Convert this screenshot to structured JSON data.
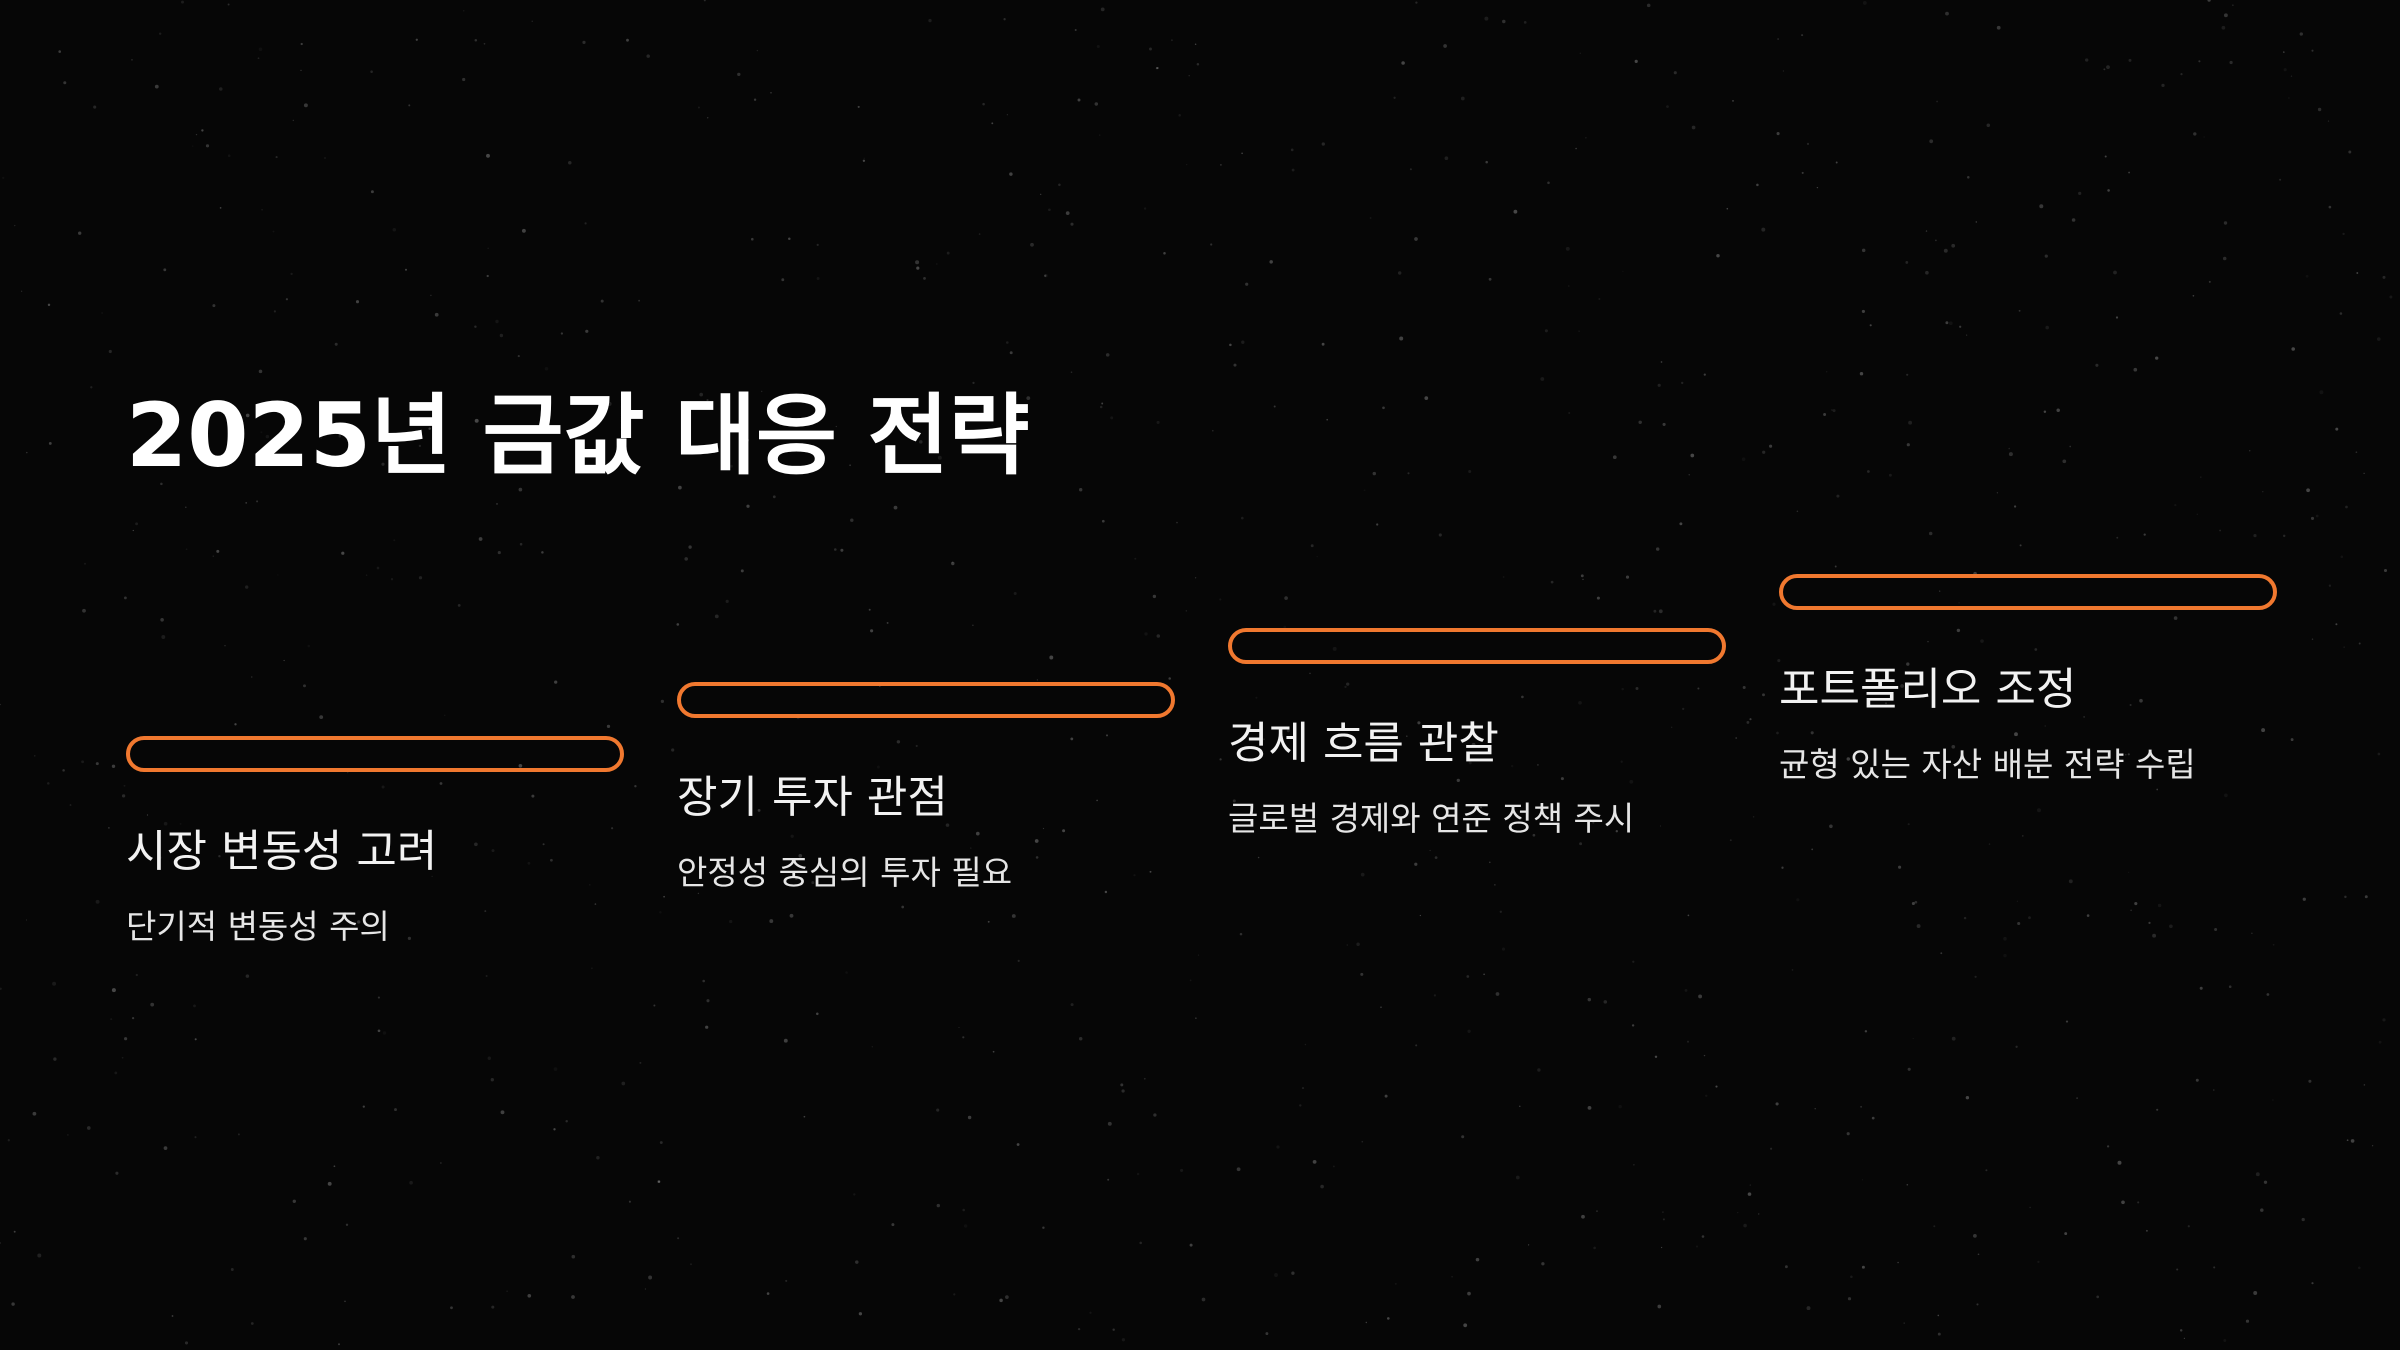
{
  "slide": {
    "title": "2025년 금값 대응 전략",
    "accent_color": "#f0782f",
    "background_color": "#060606",
    "steps": [
      {
        "title": "시장 변동성 고려",
        "description": "단기적 변동성 주의"
      },
      {
        "title": "장기 투자 관점",
        "description": "안정성 중심의 투자 필요"
      },
      {
        "title": "경제 흐름 관찰",
        "description": "글로벌 경제와 연준 정책 주시"
      },
      {
        "title": "포트폴리오 조정",
        "description": "균형 있는 자산 배분 전략 수립"
      }
    ]
  }
}
